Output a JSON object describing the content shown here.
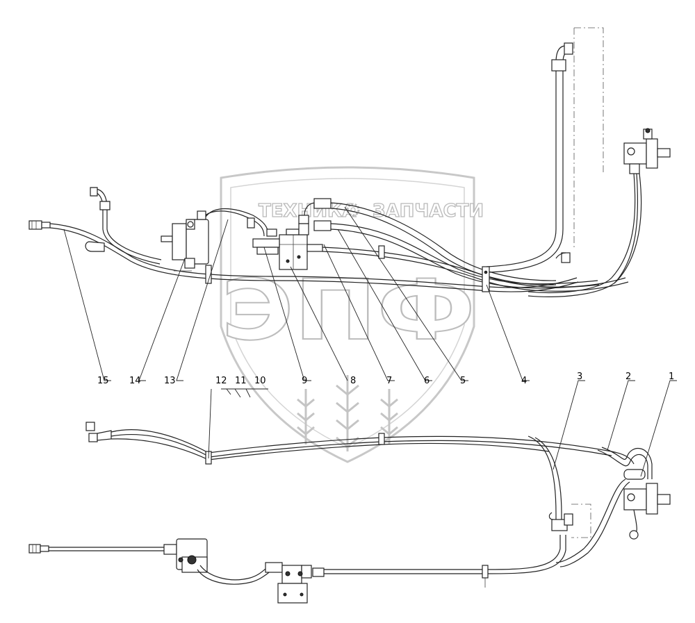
{
  "watermark": {
    "line1_left": "ТЕХНИКА",
    "line1_right": "ЗАПЧАСТИ",
    "logo": "ЭПФ"
  },
  "callouts": {
    "c1": "1",
    "c2": "2",
    "c3": "3",
    "c4": "4",
    "c5": "5",
    "c6": "6",
    "c7": "7",
    "c8": "8",
    "c9": "9",
    "c10": "10",
    "c11": "11",
    "c12": "12",
    "c13": "13",
    "c14": "14",
    "c15": "15"
  },
  "icons": {
    "gear": "gear-icon",
    "wheat": "wheat-ear-icon",
    "shield": "shield-icon"
  },
  "colors": {
    "line": "#222222",
    "watermark": "#bdbdbd",
    "background": "#ffffff"
  }
}
